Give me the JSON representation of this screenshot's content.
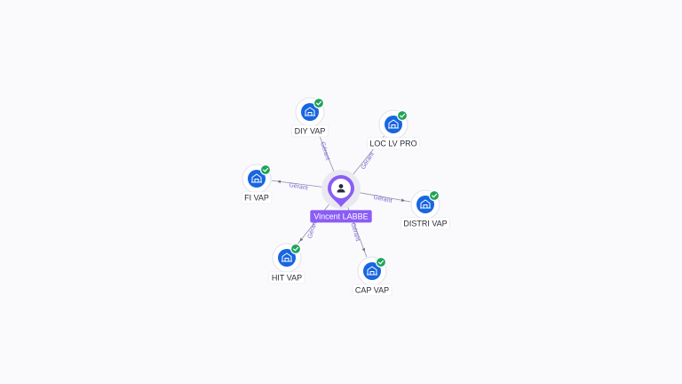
{
  "graph": {
    "center": {
      "id": "person",
      "label": "Vincent LABBE",
      "icon": "person-icon",
      "type": "person"
    },
    "nodes": [
      {
        "id": "diy",
        "label": "DIY VAP",
        "icon": "building-icon",
        "status_icon": "check-icon",
        "edge_label": "Gérant"
      },
      {
        "id": "loc",
        "label": "LOC LV PRO",
        "icon": "building-icon",
        "status_icon": "check-icon",
        "edge_label": "Gérant"
      },
      {
        "id": "fi",
        "label": "FI VAP",
        "icon": "building-icon",
        "status_icon": "check-icon",
        "edge_label": "Gérant"
      },
      {
        "id": "distri",
        "label": "DISTRI VAP",
        "icon": "building-icon",
        "status_icon": "check-icon",
        "edge_label": "Gérant"
      },
      {
        "id": "hit",
        "label": "HIT VAP",
        "icon": "building-icon",
        "status_icon": "check-icon",
        "edge_label": "Gérant"
      },
      {
        "id": "cap",
        "label": "CAP VAP",
        "icon": "building-icon",
        "status_icon": "check-icon",
        "edge_label": "Gérant"
      }
    ]
  },
  "colors": {
    "background": "#fafafd",
    "accent": "#8b5cf6",
    "company": "#1866e0",
    "status_ok": "#1fa35a",
    "edge": "#8d91a6",
    "edge_label": "#7a6ad4"
  }
}
